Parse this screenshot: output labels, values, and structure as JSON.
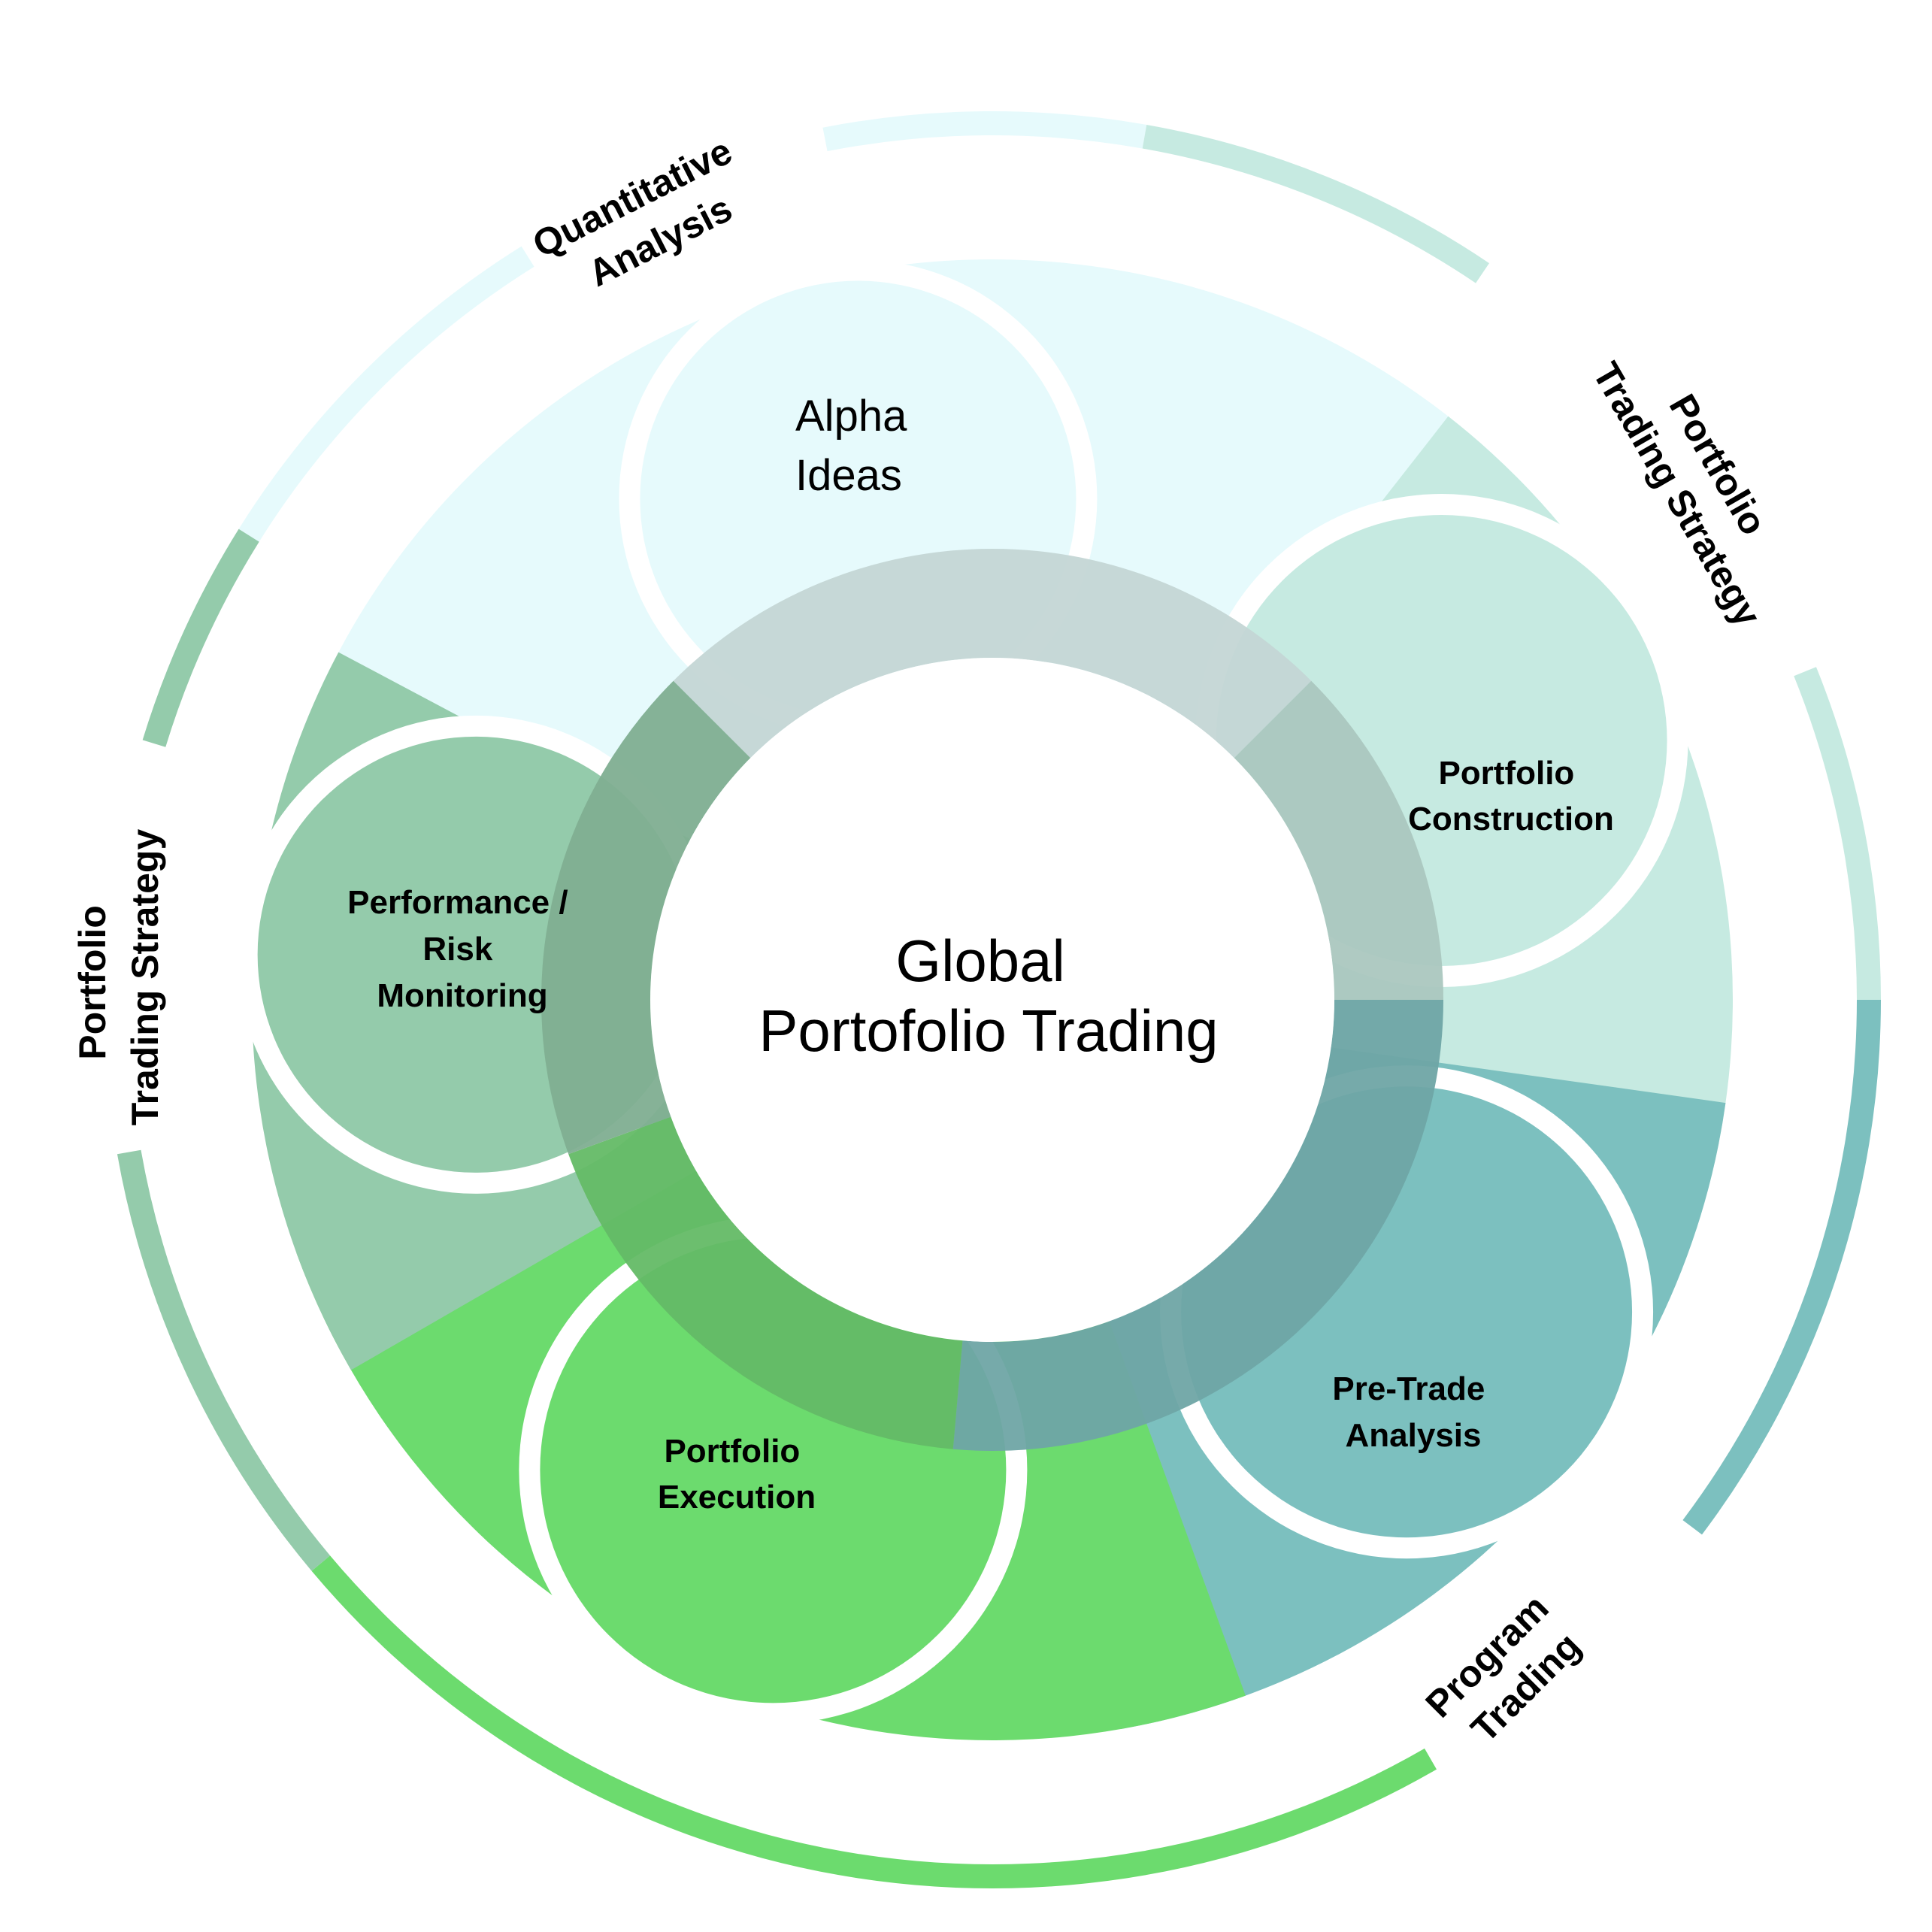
{
  "title": {
    "line1": "Global",
    "line2": "Portofolio Trading"
  },
  "palette": {
    "alpha": "#e6fafc",
    "construction": "#c6eae1",
    "pretrade": "#7cc0bf",
    "execution": "#6cdb6e",
    "monitoring": "#94cbab",
    "inner_alpha": "#c4d6d5",
    "inner_construction": "#abc7bf",
    "inner_pretrade": "#6fa5a5",
    "inner_execution": "#64ba66",
    "inner_monitoring": "#80ae91",
    "background": "#ffffff",
    "text": "#000000"
  },
  "segments": [
    {
      "id": "alpha",
      "lines": [
        "Alpha",
        "Ideas"
      ],
      "style": "light"
    },
    {
      "id": "construction",
      "lines": [
        "Portfolio",
        "Construction"
      ],
      "style": "bold"
    },
    {
      "id": "pretrade",
      "lines": [
        "Pre-Trade",
        "Analysis"
      ],
      "style": "bold"
    },
    {
      "id": "execution",
      "lines": [
        "Portfolio",
        "Execution"
      ],
      "style": "bold"
    },
    {
      "id": "monitoring",
      "lines": [
        "Performance /",
        "Risk",
        "Monitoring"
      ],
      "style": "bold"
    }
  ],
  "outer_labels": [
    {
      "id": "quantitative",
      "lines": [
        "Quantitative",
        "Analysis"
      ]
    },
    {
      "id": "strategy-right",
      "lines": [
        "Portfolio",
        "Trading Strategy"
      ]
    },
    {
      "id": "program",
      "lines": [
        "Program",
        "Trading"
      ]
    },
    {
      "id": "strategy-left",
      "lines": [
        "Portfolio",
        "Trading Strategy"
      ]
    }
  ]
}
